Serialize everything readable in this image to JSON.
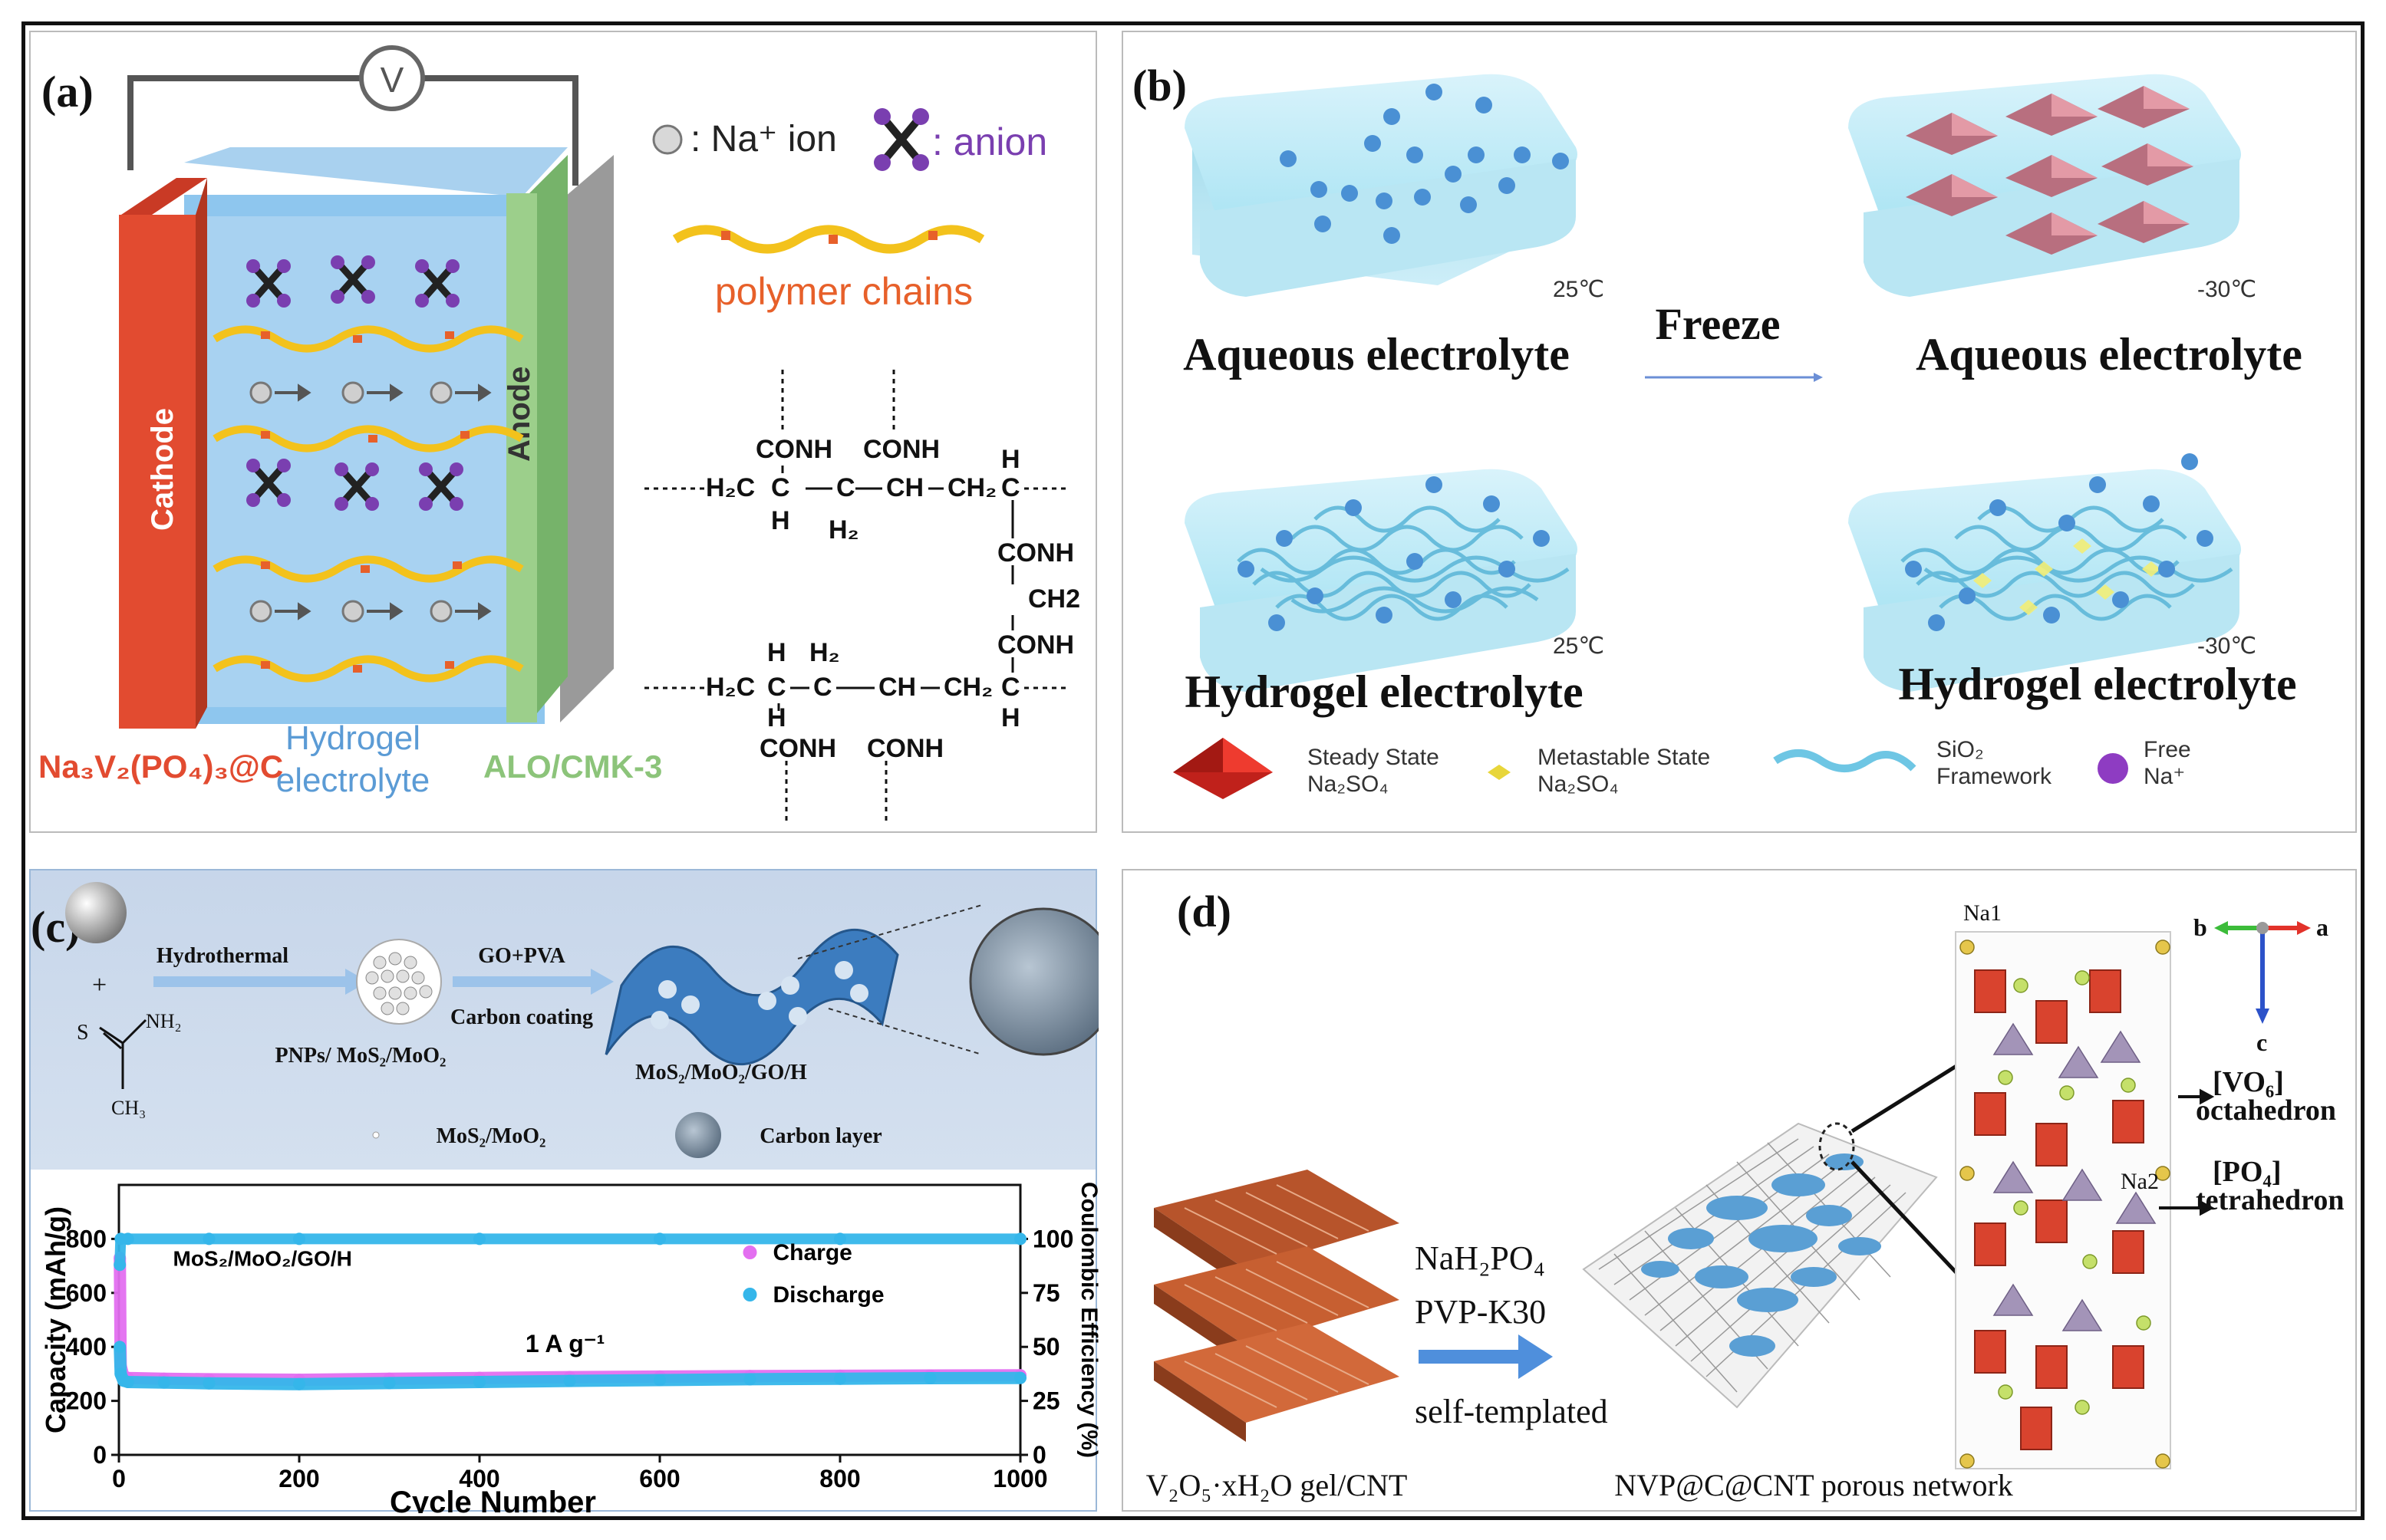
{
  "panels": {
    "a": {
      "label": "(a)",
      "voltmeter": "V",
      "cathode": "Cathode",
      "anode": "Anode",
      "legend_ion": ": Na⁺ ion",
      "legend_anion": ": anion",
      "legend_polymer": "polymer chains",
      "cathode_material": "Na₃V₂(PO₄)₃@C",
      "electrolyte_line1": "Hydrogel",
      "electrolyte_line2": "electrolyte",
      "anode_material": "ALO/CMK-3",
      "structure": {
        "conh": "CONH",
        "h2c": "H₂C",
        "ch": "CH",
        "ch2": "CH₂",
        "c": "C",
        "h": "H",
        "h2": "H₂",
        "ch2_plain": "CH2"
      }
    },
    "b": {
      "label": "(b)",
      "temp_25": "25℃",
      "temp_m30": "-30℃",
      "freeze": "Freeze",
      "aqueous": "Aqueous electrolyte",
      "hydrogel": "Hydrogel electrolyte",
      "legend": [
        {
          "line1": "Steady State",
          "line2": "Na₂SO₄",
          "icon": "red-octahedron-icon"
        },
        {
          "line1": "Metastable State",
          "line2": "Na₂SO₄",
          "icon": "yellow-octahedron-icon"
        },
        {
          "line1": "SiO₂",
          "line2": "Framework",
          "icon": "wavy-fiber-icon"
        },
        {
          "line1": "Free",
          "line2": "Na⁺",
          "icon": "purple-sphere-icon"
        }
      ]
    },
    "c": {
      "label": "(c)",
      "plus": "+",
      "nh2": "NH₂",
      "s": "S",
      "ch3": "CH₃",
      "step1": "Hydrothermal",
      "step2": "GO+PVA",
      "step3": "Carbon coating",
      "product1": "PNPs/ MoS₂/MoO₂",
      "product2": "MoS₂/MoO₂/GO/H",
      "legend_particle": "MoS₂/MoO₂",
      "legend_carbon": "Carbon layer"
    },
    "d": {
      "label": "(d)",
      "reagent1": "NaH₂PO₄",
      "reagent2": "PVP-K30",
      "process": "self-templated",
      "precursor": "V₂O₅·xH₂O gel/CNT",
      "product": "NVP@C@CNT porous network",
      "na1": "Na1",
      "na2": "Na2",
      "axis_a": "a",
      "axis_b": "b",
      "axis_c": "c",
      "vo6_1": "[VO₆]",
      "vo6_2": "octahedron",
      "po4_1": "[PO₄]",
      "po4_2": "tetrahedron"
    }
  },
  "chart_data": {
    "type": "scatter",
    "xlabel": "Cycle Number",
    "ylabel": "Capacity (mAh/g)",
    "y2label": "Coulombic Efficiency (%)",
    "xlim": [
      0,
      1000
    ],
    "ylim": [
      0,
      1000
    ],
    "y2lim": [
      0,
      125
    ],
    "xticks": [
      0,
      200,
      400,
      600,
      800,
      1000
    ],
    "yticks": [
      0,
      200,
      400,
      600,
      800
    ],
    "y2ticks": [
      0,
      25,
      50,
      75,
      100
    ],
    "annotation_sample": "MoS₂/MoO₂/GO/H",
    "annotation_rate": "1 A g⁻¹",
    "legend": [
      "Charge",
      "Discharge"
    ],
    "series": [
      {
        "name": "Charge",
        "color": "#e36ff0",
        "x": [
          1,
          2,
          5,
          10,
          50,
          100,
          200,
          300,
          400,
          500,
          600,
          700,
          800,
          900,
          1000
        ],
        "y": [
          730,
          330,
          290,
          285,
          282,
          280,
          278,
          282,
          285,
          288,
          290,
          292,
          293,
          294,
          295
        ]
      },
      {
        "name": "Discharge",
        "color": "#35b6ea",
        "x": [
          1,
          2,
          5,
          10,
          50,
          100,
          200,
          300,
          400,
          500,
          600,
          700,
          800,
          900,
          1000
        ],
        "y": [
          400,
          300,
          275,
          270,
          268,
          265,
          262,
          266,
          270,
          274,
          277,
          280,
          282,
          284,
          285
        ]
      },
      {
        "name": "Coulombic Efficiency",
        "color": "#35b6ea",
        "axis": "y2",
        "x": [
          1,
          2,
          10,
          100,
          200,
          400,
          600,
          800,
          1000
        ],
        "y": [
          88,
          100,
          100,
          100,
          100,
          100,
          100,
          100,
          100
        ]
      }
    ]
  }
}
